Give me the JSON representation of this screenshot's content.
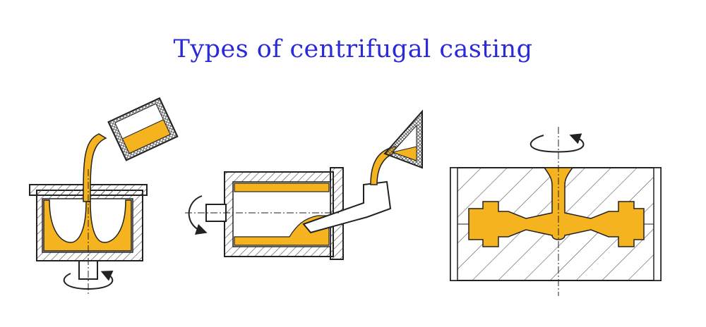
{
  "title": "Types of centrifugal casting",
  "colors": {
    "title": "#2a2ad6",
    "metal": "#f5b41f",
    "outline": "#222222",
    "mold_hatch": "#555555",
    "background": "#ffffff"
  },
  "figures": [
    {
      "id": "true-centrifugal-vertical"
    },
    {
      "id": "horizontal-centrifugal"
    },
    {
      "id": "centrifuging"
    }
  ]
}
